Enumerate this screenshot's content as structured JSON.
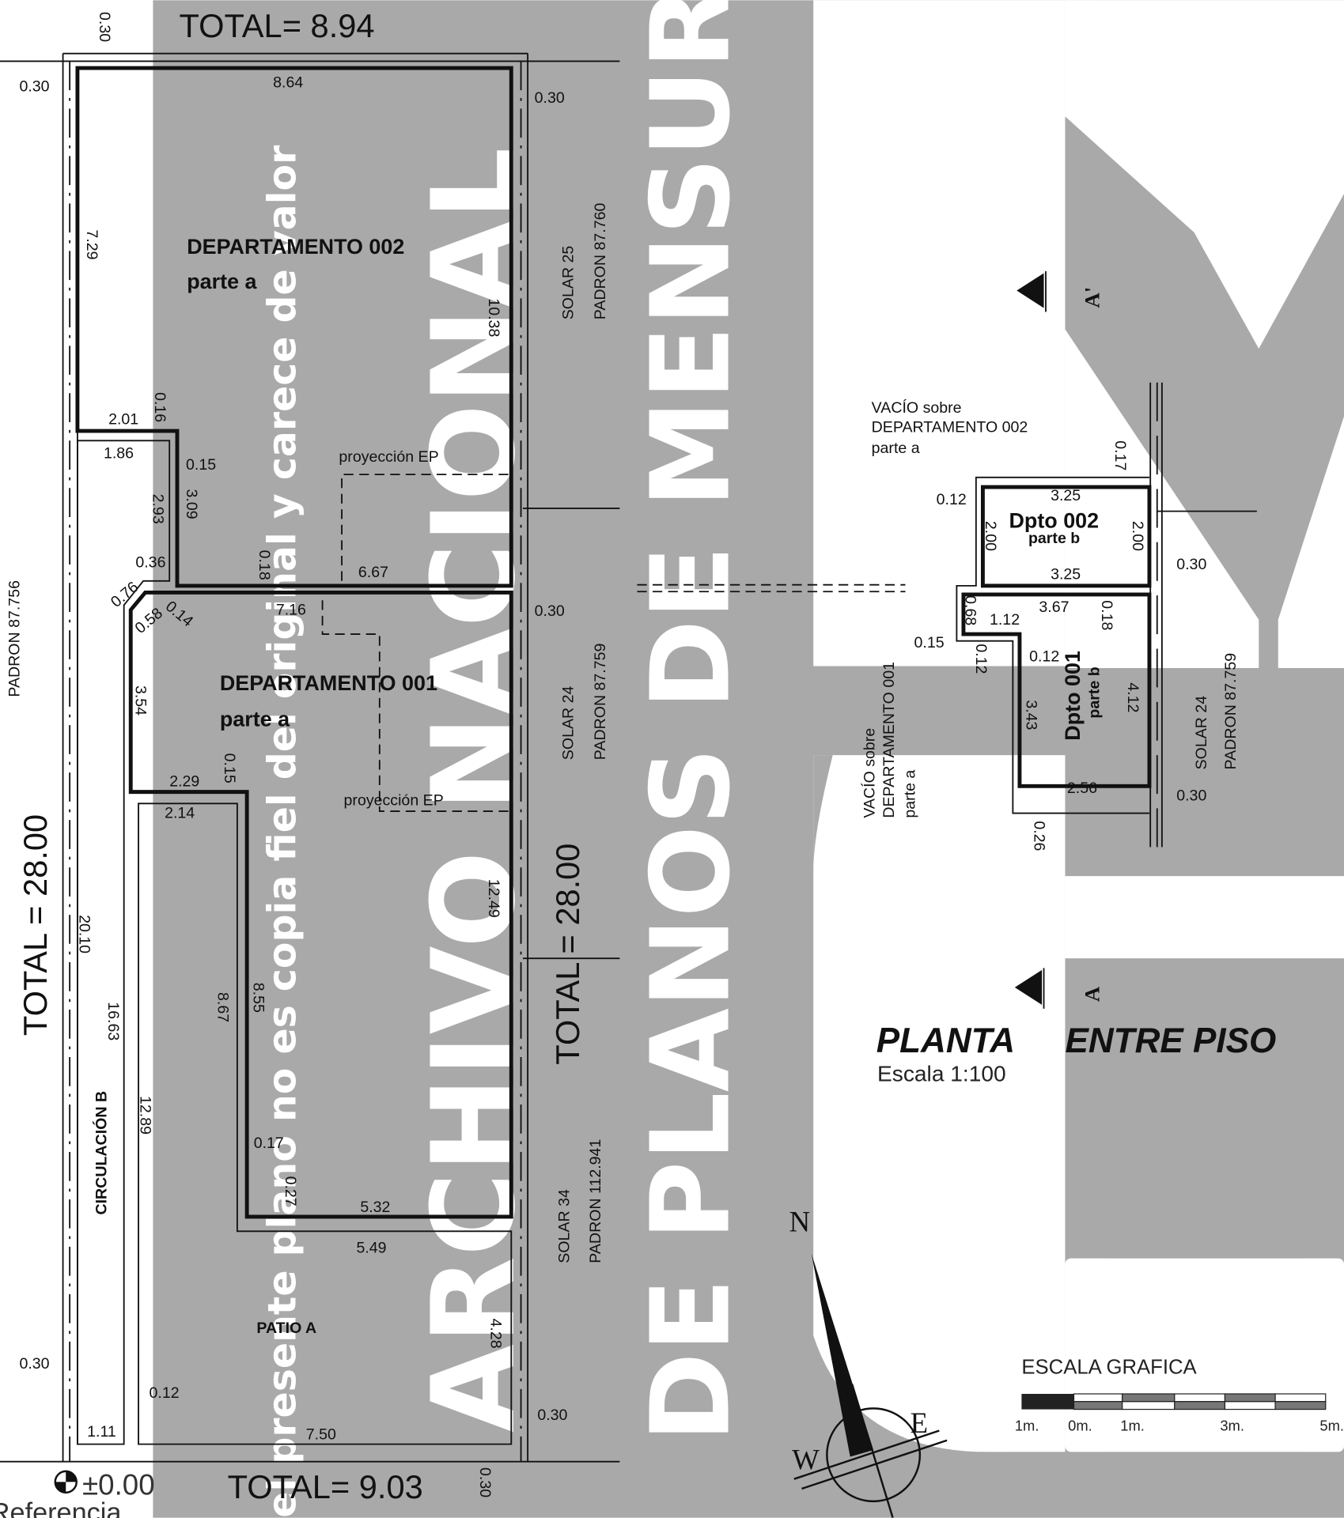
{
  "watermark": {
    "line1": "ARCHIVO NACIONAL",
    "line2": "DE PLANOS DE MENSURA",
    "notice": "el presente plano no es copia fiel del original y carece de valor"
  },
  "totals": {
    "top": "TOTAL= 8.94",
    "bottom": "TOTAL= 9.03",
    "left": "TOTAL = 28.00",
    "right": "TOTAL = 28.00"
  },
  "reference": {
    "level": "±0.00",
    "label": "Referencia"
  },
  "neighbors": {
    "left_padron": "PADRON 87.756",
    "solar25": "SOLAR 25",
    "padron25": "PADRON 87.760",
    "solar24": "SOLAR 24",
    "padron24": "PADRON 87.759",
    "solar34": "SOLAR 34",
    "padron34": "PADRON 112.941",
    "solar24_b": "SOLAR 24",
    "padron24_b": "PADRON 87.759"
  },
  "rooms": {
    "dep002": "DEPARTAMENTO 002",
    "dep002_part": "parte a",
    "dep001": "DEPARTAMENTO 001",
    "dep001_part": "parte a",
    "circulacion": "CIRCULACIÓN B",
    "patio": "PATIO A",
    "proy1": "proyección EP",
    "proy2": "proyección EP",
    "dpto002b": "Dpto 002",
    "dpto002b_part": "parte b",
    "dpto001b": "Dpto 001",
    "dpto001b_part": "parte b",
    "vacio002_1": "VACÍO sobre",
    "vacio002_2": "DEPARTAMENTO 002",
    "vacio002_3": "parte a",
    "vacio001_1": "VACÍO sobre",
    "vacio001_2": "DEPARTAMENTO 001",
    "vacio001_3": "parte a"
  },
  "dims": {
    "d030_top": "0.30",
    "d030_l1": "0.30",
    "d864": "8.64",
    "d030_r1": "0.30",
    "d729": "7.29",
    "d1038": "10.38",
    "d201": "2.01",
    "d016": "0.16",
    "d186": "1.86",
    "d015a": "0.15",
    "d293": "2.93",
    "d309": "3.09",
    "d036": "0.36",
    "d018": "0.18",
    "d667": "6.67",
    "d076": "0.76",
    "d058": "0.58",
    "d014": "0.14",
    "d716": "7.16",
    "d030_r2": "0.30",
    "d354": "3.54",
    "d229": "2.29",
    "d015b": "0.15",
    "d214": "2.14",
    "d2010": "20.10",
    "d1663": "16.63",
    "d1289": "12.89",
    "d867": "8.67",
    "d855": "8.55",
    "d1249": "12.49",
    "d017": "0.17",
    "d027": "0.27",
    "d532": "5.32",
    "d549": "5.49",
    "d428": "4.28",
    "d030_l2": "0.30",
    "d012": "0.12",
    "d030_r3": "0.30",
    "d111": "1.11",
    "d750": "7.50",
    "d030_bot": "0.30",
    "r017": "0.17",
    "r012a": "0.12",
    "r325a": "3.25",
    "r200a": "2.00",
    "r200b": "2.00",
    "r030a": "0.30",
    "r325b": "3.25",
    "r367": "3.67",
    "r068": "0.68",
    "r112": "1.12",
    "r018": "0.18",
    "r015": "0.15",
    "r012b": "0.12",
    "r012c": "0.12",
    "r343": "3.43",
    "r412": "4.12",
    "r256": "2.56",
    "r030b": "0.30",
    "r026": "0.26"
  },
  "section_marks": {
    "a_prime": "A'",
    "a": "A"
  },
  "title": {
    "main1": "PLANTA",
    "main2": "ENTRE PISO",
    "scale": "Escala 1:100"
  },
  "scale_bar": {
    "label": "ESCALA GRAFICA",
    "ticks": [
      "1m.",
      "0m.",
      "1m.",
      "3m.",
      "5m."
    ]
  },
  "compass": {
    "n": "N",
    "e": "E",
    "w": "W"
  }
}
